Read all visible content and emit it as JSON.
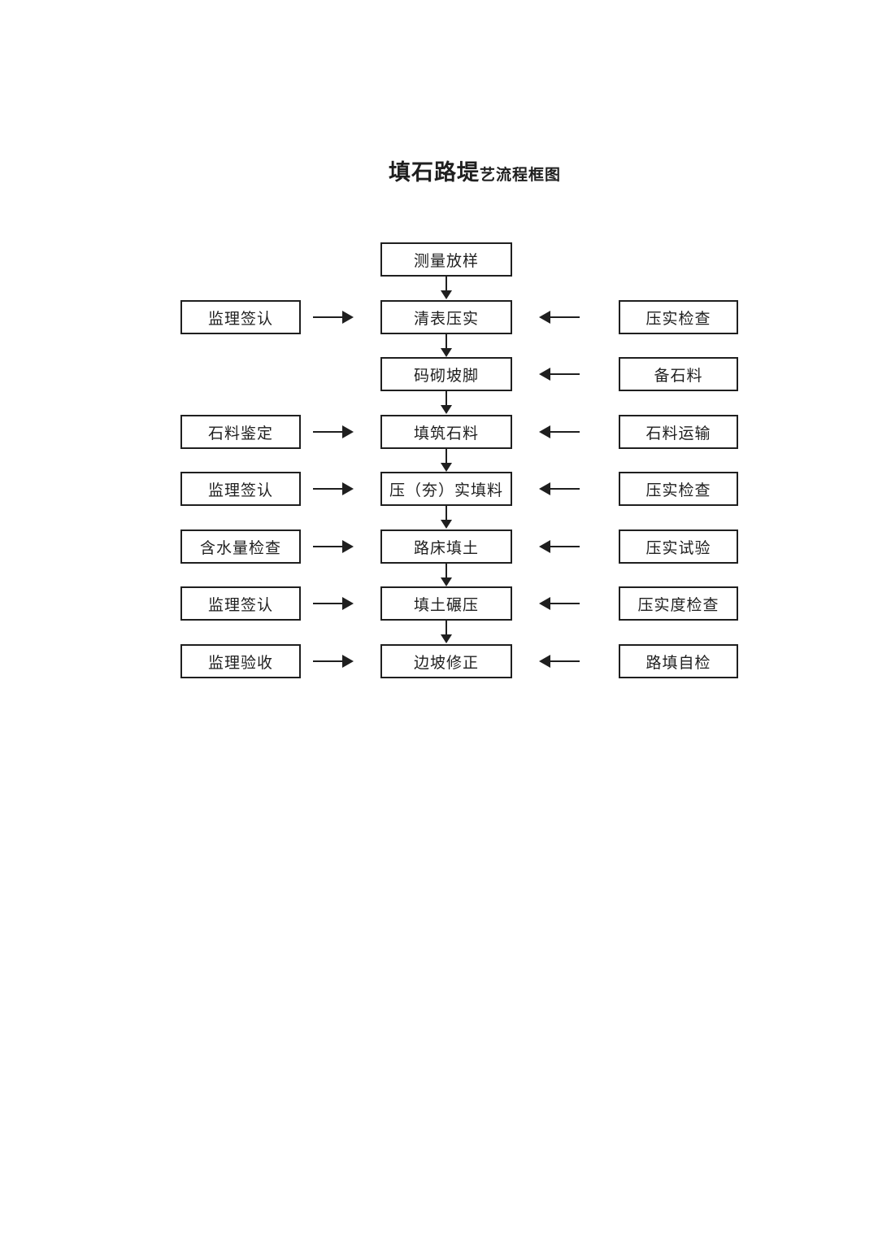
{
  "title": {
    "main": "填石路堤",
    "suffix": "艺流程框图"
  },
  "colors": {
    "line": "#1f1f1f",
    "page_background": "#ffffff"
  },
  "flowchart": {
    "rows": [
      {
        "left": "",
        "center": "测量放样",
        "right": ""
      },
      {
        "left": "监理签认",
        "center": "清表压实",
        "right": "压实检查"
      },
      {
        "left": "",
        "center": "码砌坡脚",
        "right": "备石料"
      },
      {
        "left": "石料鉴定",
        "center": "填筑石料",
        "right": "石料运输"
      },
      {
        "left": "监理签认",
        "center": "压（夯）实填料",
        "right": "压实检查"
      },
      {
        "left": "含水量检查",
        "center": "路床填土",
        "right": "压实试验"
      },
      {
        "left": "监理签认",
        "center": "填土碾压",
        "right": "压实度检查"
      },
      {
        "left": "监理验收",
        "center": "边坡修正",
        "right": "路填自检"
      }
    ]
  }
}
